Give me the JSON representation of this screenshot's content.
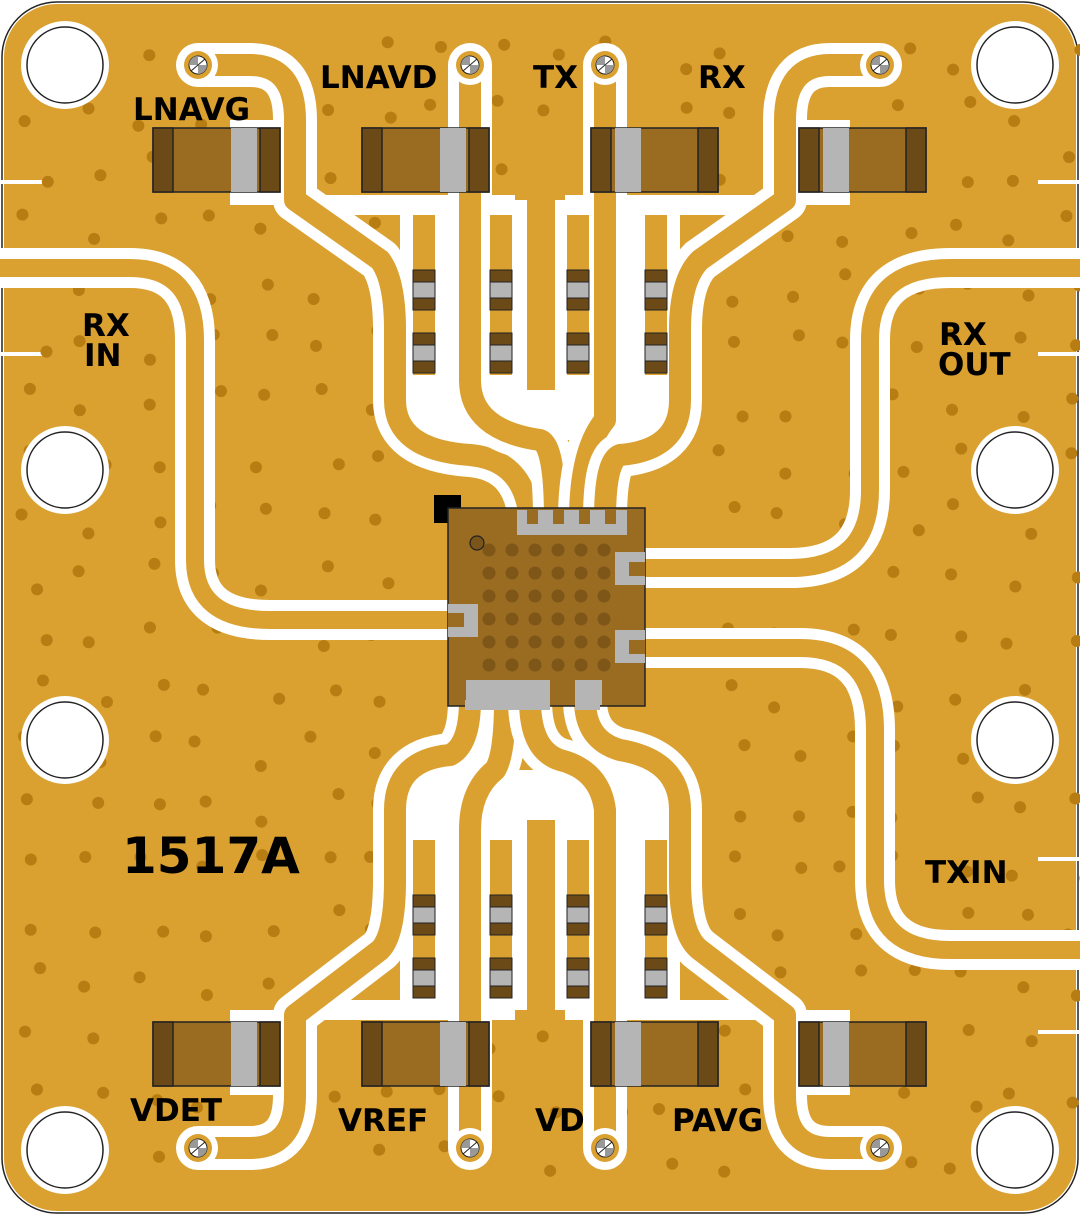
{
  "board": {
    "part_number": "1517A",
    "colors": {
      "copper": "#DAA030",
      "via": "#B87D12",
      "chip": "#9A6C22",
      "pad": "#B5B5B5",
      "component": "#6B4A18"
    }
  },
  "labels": {
    "lnavg": "LNAVG",
    "lnavd": "LNAVD",
    "tx": "TX",
    "rx": "RX",
    "rx_in_1": "RX",
    "rx_in_2": "IN",
    "rx_out_1": "RX",
    "rx_out_2": "OUT",
    "txin": "TXIN",
    "vdet": "VDET",
    "vref": "VREF",
    "vd": "VD",
    "pavg": "PAVG"
  }
}
